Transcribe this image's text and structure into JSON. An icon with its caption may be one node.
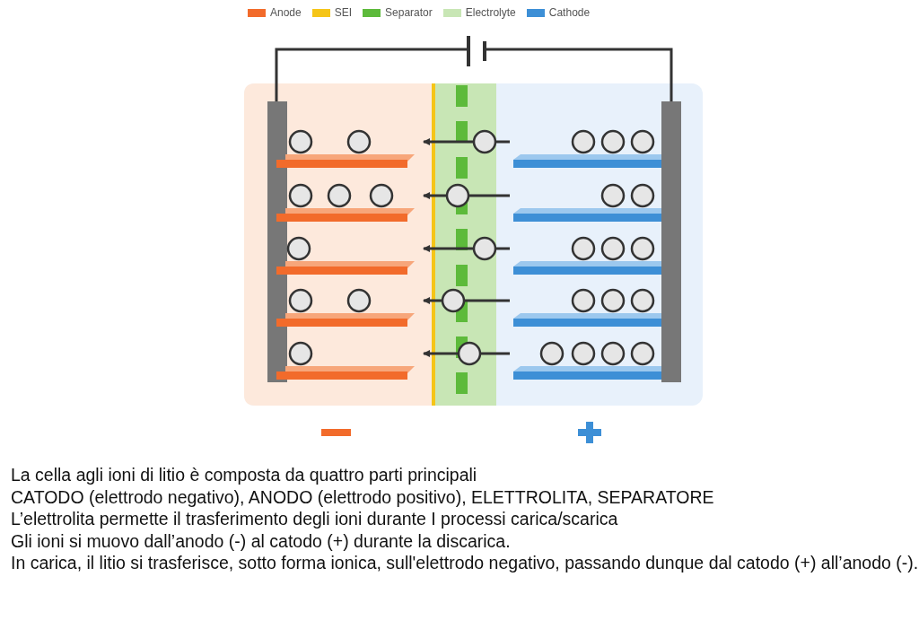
{
  "diagram": {
    "labels": [
      "La cella agli ioni di litio è composta da quattro parti principali",
      "CATODO (elettrodo negativo), ANODO (elettrodo positivo), ELETTROLITA, SEPARATORE",
      "L’elettrolita permette il trasferimento degli ioni durante I processi carica/scarica",
      "Gli ioni si muovo dall’anodo (-) al catodo (+) durante la discarica.",
      "In carica, il litio si trasferisce, sotto forma ionica, sull'elettrodo negativo, passando dunque dal catodo (+) all’anodo (-)."
    ],
    "legend": [
      {
        "text": "Anode",
        "color": "#f26b2b"
      },
      {
        "text": "SEI",
        "color": "#f5c518"
      },
      {
        "text": "Separator",
        "color": "#5dba3b"
      },
      {
        "text": "Electrolyte",
        "color": "#c8e6b5"
      },
      {
        "text": "Cathode",
        "color": "#3d8fd6"
      }
    ]
  }
}
